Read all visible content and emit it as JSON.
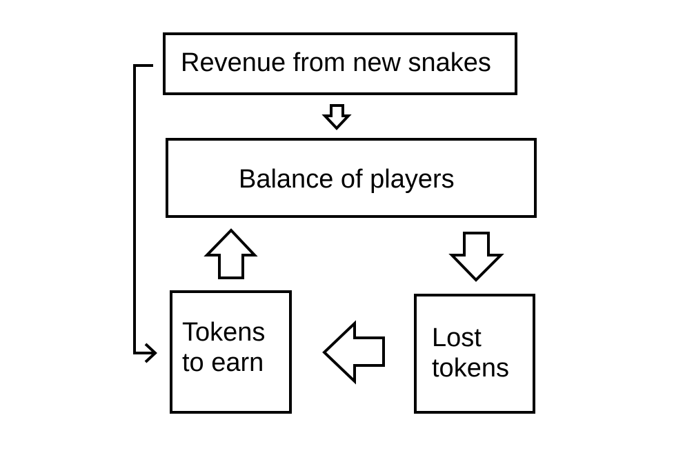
{
  "diagram": {
    "nodes": {
      "revenue": {
        "label": "Revenue from new snakes"
      },
      "balance": {
        "label": "Balance of players"
      },
      "tokens_to_earn": {
        "line1": "Tokens",
        "line2": "to earn"
      },
      "lost_tokens": {
        "line1": "Lost",
        "line2": "tokens"
      }
    },
    "edges": [
      {
        "from": "Revenue from new snakes",
        "to": "Balance of players"
      },
      {
        "from": "Balance of players",
        "to": "Lost tokens"
      },
      {
        "from": "Lost tokens",
        "to": "Tokens to earn"
      },
      {
        "from": "Tokens to earn",
        "to": "Balance of players"
      },
      {
        "from": "Revenue from new snakes",
        "to": "Tokens to earn"
      }
    ],
    "colors": {
      "stroke": "#000000",
      "background": "#ffffff"
    }
  }
}
